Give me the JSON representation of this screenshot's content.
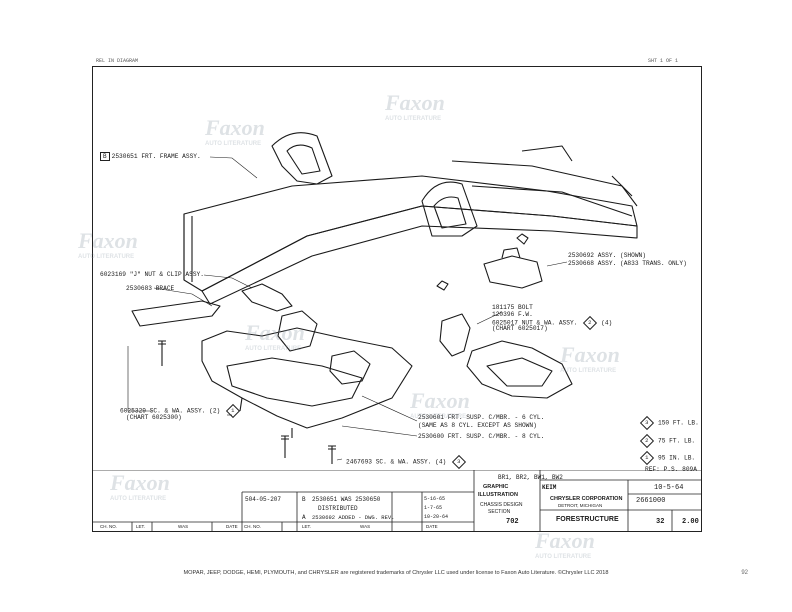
{
  "sheet": {
    "header_left": "REL IN  DIAGRAM",
    "header_right": "SHT 1 OF 1"
  },
  "callouts": {
    "frame_code": "B",
    "frame_assy": "2530651 FRT. FRAME ASSY.",
    "j_nut": "6023169 \"J\" NUT & CLIP ASSY.",
    "brace": "2530683 BRACE",
    "mount_shown": "2530692 ASSY. (SHOWN)",
    "mount_a833": "2530668 ASSY. (A833 TRANS. ONLY)",
    "bolt_1": "181175 BOLT",
    "bolt_2": "120396 F.W.",
    "bolt_3": "6025017 NUT & WA. ASSY.",
    "bolt_4": "(CHART 6025017)",
    "bolt_ref": "2",
    "bolt_qty": "(4)",
    "sc_wa_1": "6025329 SC. & WA. ASSY. (2)",
    "sc_wa_2": "(CHART 6025300)",
    "sc_wa_ref": "1",
    "susp_1": "2530601 FRT. SUSP. C/MBR. - 6 CYL.",
    "susp_2": "(SAME AS 8 CYL. EXCEPT AS SHOWN)",
    "susp_3": "2530600 FRT. SUSP. C/MBR. - 8 CYL.",
    "sc_bottom": "2467693 SC. & WA. ASSY. (4)",
    "sc_bottom_ref": "3"
  },
  "torque": [
    {
      "ref": "3",
      "value": "150 FT. LB."
    },
    {
      "ref": "2",
      "value": "75 FT. LB."
    },
    {
      "ref": "1",
      "value": "95 IN. LB."
    }
  ],
  "ref_note": "REF: P.S. 809A",
  "title_block": {
    "models": "BR1, BR2, BW1, BW2",
    "graphic": "GRAPHIC",
    "illustration": "ILLUSTRATION",
    "chassis": "CHASSIS DESIGN",
    "section": "SECTION",
    "section_no": "702",
    "company": "CHRYSLER CORPORATION",
    "company_sub": "DETROIT, MICHIGAN",
    "drawn_by": "KEIM",
    "date": "10-5-64",
    "part_no": "2661000",
    "title": "FORESTRUCTURE",
    "sheet_size": "32",
    "rev": "2.00",
    "change_no": "504-05-207",
    "change_letter_b": "B",
    "change_text_b": "2530651 WAS 2530650",
    "change_text_dist": "DISTRIBUTED",
    "change_letter_a": "A",
    "change_text_a": "2530692 ADDED - DWG. REV.",
    "change_date_1": "5-16-65",
    "change_date_2": "1-7-65",
    "change_date_3": "10-20-64",
    "col_1": "CH. NO.",
    "col_2": "LET.",
    "col_3": "WAS",
    "col_4": "DATE",
    "col_5": "CH. NO.",
    "col_6": "LET.",
    "col_7": "WAS",
    "col_8": "DATE"
  },
  "watermark": {
    "brand": "Faxon",
    "sub": "AUTO LITERATURE"
  },
  "footer": "MOPAR, JEEP, DODGE, HEMI, PLYMOUTH, and CHRYSLER are registered trademarks of Chrysler LLC used under license to Faxon Auto Literature. ©Chrysler LLC 2018",
  "page_number": "92",
  "colors": {
    "ink": "#1a1a1a",
    "paper": "#ffffff",
    "watermark": "#9aa7b3"
  }
}
